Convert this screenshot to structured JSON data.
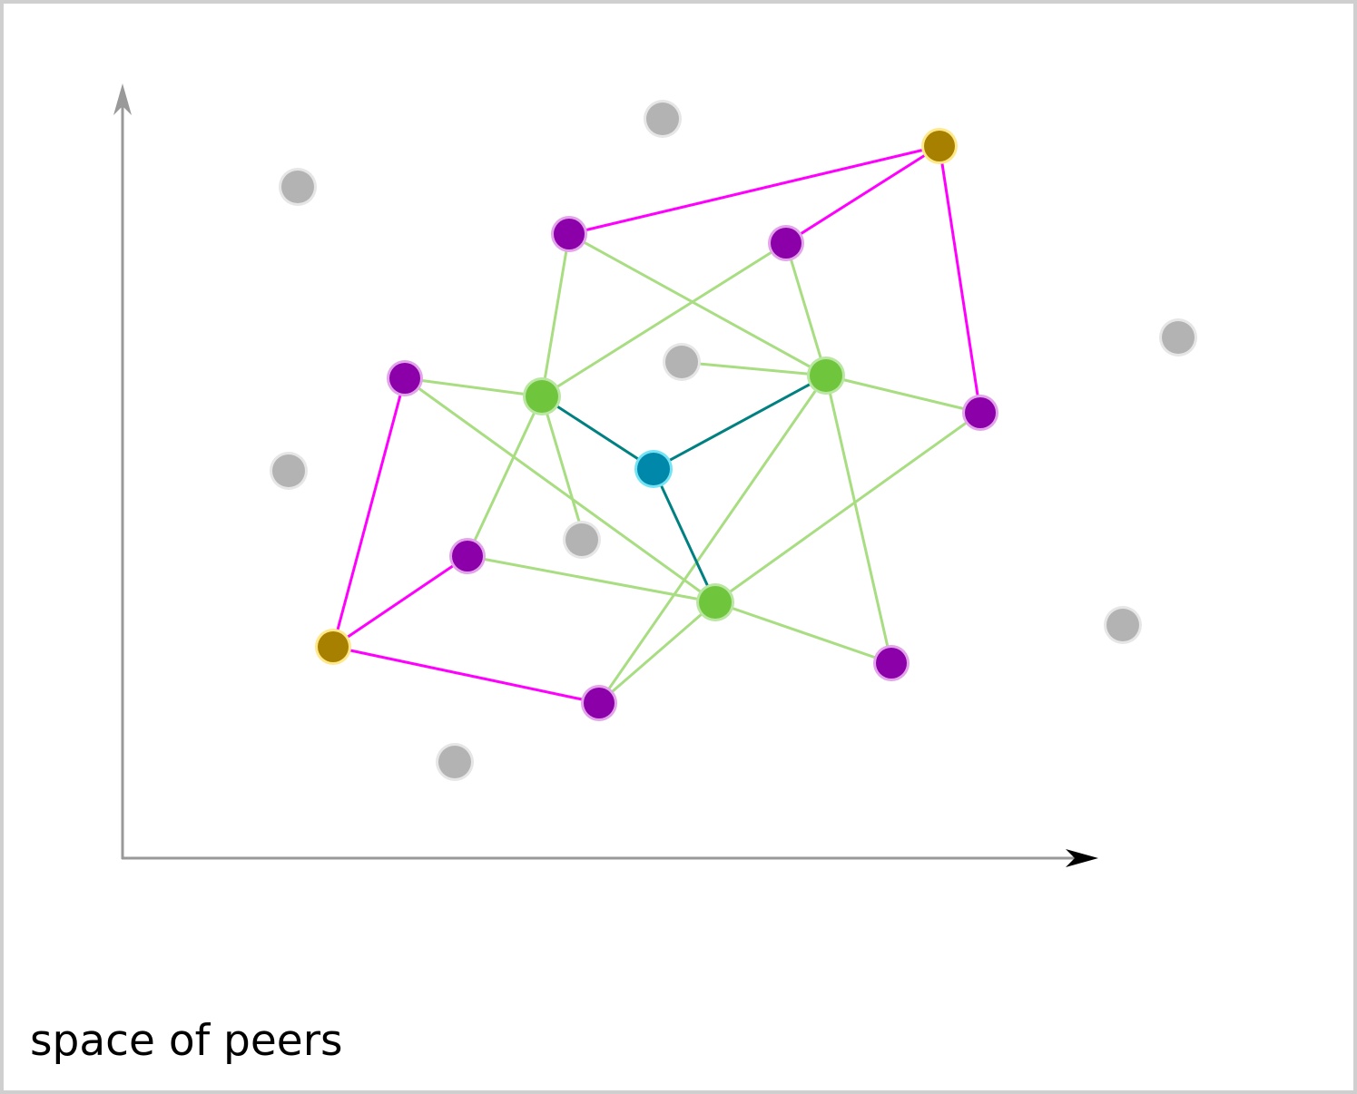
{
  "caption": "space of peers",
  "colors": {
    "frame": "#cfcfcf",
    "axis": "#999999",
    "x_arrowhead": "#000000",
    "green_edge": "#a8dd82",
    "magenta_edge": "#ff00ff",
    "teal_edge": "#008080",
    "node_gray": "#b3b3b3",
    "node_gray_halo": "#e6e6e6",
    "node_purple": "#8b00a8",
    "node_purple_halo": "#e2a3ea",
    "node_green": "#6fc63d",
    "node_green_halo": "#b9e6a1",
    "node_olive": "#a88000",
    "node_olive_halo": "#ffe88a",
    "node_teal": "#0088aa",
    "node_teal_halo": "#73e3f5"
  },
  "axes": {
    "x_arrow": "black",
    "y_arrow": "gray"
  },
  "node_roles": {
    "center": "teal",
    "ring1": "green",
    "ring2": "purple",
    "ring3": "olive",
    "other": "gray"
  },
  "nodes": [
    {
      "id": "teal",
      "kind": "teal"
    },
    {
      "id": "g1",
      "kind": "green"
    },
    {
      "id": "g2",
      "kind": "green"
    },
    {
      "id": "g3",
      "kind": "green"
    },
    {
      "id": "p1",
      "kind": "purple"
    },
    {
      "id": "p2",
      "kind": "purple"
    },
    {
      "id": "p3",
      "kind": "purple"
    },
    {
      "id": "p4",
      "kind": "purple"
    },
    {
      "id": "p5",
      "kind": "purple"
    },
    {
      "id": "p6",
      "kind": "purple"
    },
    {
      "id": "p7",
      "kind": "purple"
    },
    {
      "id": "o1",
      "kind": "olive"
    },
    {
      "id": "o2",
      "kind": "olive"
    },
    {
      "id": "gr1",
      "kind": "gray"
    },
    {
      "id": "gr2",
      "kind": "gray"
    },
    {
      "id": "gr3",
      "kind": "gray"
    },
    {
      "id": "gr4",
      "kind": "gray"
    },
    {
      "id": "gr5",
      "kind": "gray"
    },
    {
      "id": "gr6",
      "kind": "gray"
    },
    {
      "id": "gr7",
      "kind": "gray"
    },
    {
      "id": "gr8",
      "kind": "gray"
    }
  ],
  "edges": [
    {
      "from": "teal",
      "to": "g1",
      "kind": "teal"
    },
    {
      "from": "teal",
      "to": "g2",
      "kind": "teal"
    },
    {
      "from": "teal",
      "to": "g3",
      "kind": "teal"
    },
    {
      "from": "g1",
      "to": "p1",
      "kind": "green"
    },
    {
      "from": "g1",
      "to": "p2",
      "kind": "green"
    },
    {
      "from": "g1",
      "to": "p3",
      "kind": "green"
    },
    {
      "from": "g1",
      "to": "p5",
      "kind": "green"
    },
    {
      "from": "g1",
      "to": "gr6",
      "kind": "green"
    },
    {
      "from": "g2",
      "to": "p1",
      "kind": "green"
    },
    {
      "from": "g2",
      "to": "p2",
      "kind": "green"
    },
    {
      "from": "g2",
      "to": "p4",
      "kind": "green"
    },
    {
      "from": "g2",
      "to": "p6",
      "kind": "green"
    },
    {
      "from": "g2",
      "to": "p7",
      "kind": "green"
    },
    {
      "from": "g2",
      "to": "gr5",
      "kind": "green"
    },
    {
      "from": "g3",
      "to": "p3",
      "kind": "green"
    },
    {
      "from": "g3",
      "to": "p4",
      "kind": "green"
    },
    {
      "from": "g3",
      "to": "p5",
      "kind": "green"
    },
    {
      "from": "g3",
      "to": "p6",
      "kind": "green"
    },
    {
      "from": "g3",
      "to": "p7",
      "kind": "green"
    },
    {
      "from": "o1",
      "to": "p1",
      "kind": "magenta"
    },
    {
      "from": "o1",
      "to": "p2",
      "kind": "magenta"
    },
    {
      "from": "o1",
      "to": "p4",
      "kind": "magenta"
    },
    {
      "from": "o2",
      "to": "p3",
      "kind": "magenta"
    },
    {
      "from": "o2",
      "to": "p5",
      "kind": "magenta"
    },
    {
      "from": "o2",
      "to": "p6",
      "kind": "magenta"
    }
  ]
}
